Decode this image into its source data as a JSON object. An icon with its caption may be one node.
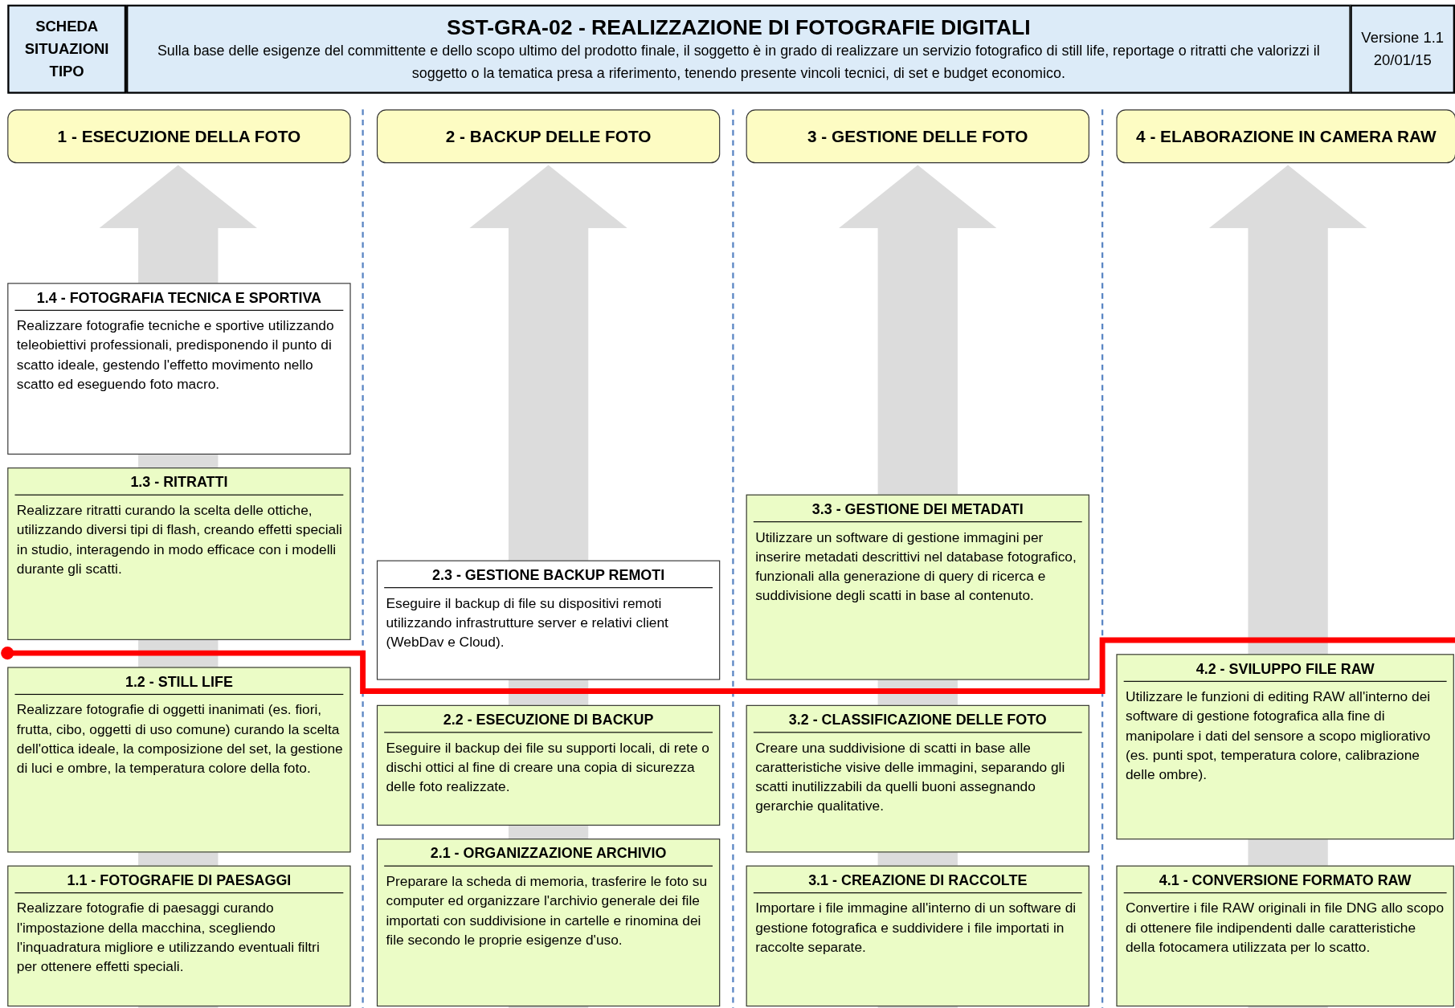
{
  "diagram": {
    "nodes": [
      {
        "text": [
          "SCHEDA SITUAZIONI TIPO"
        ]
      },
      {
        "text": [
          "SST-GRA-02 - REALIZZAZIONE DI FOTOGRAFIE DIGITALI",
          "Sulla base delle esigenze del committente e dello scopo ultimo del prodotto finale, il soggetto è in grado di realizzare un servizio fotografico di still life, reportage o ritratti che valorizzi il soggetto o la tematica presa a riferimento, tenendo presente vincoli tecnici, di set e budget economico."
        ]
      },
      {
        "text": [
          "Versione 1.1 20/01/15"
        ]
      },
      {
        "text": [
          "1 - ESECUZIONE DELLA FOTO"
        ]
      },
      {
        "text": [
          "2 - BACKUP DELLE FOTO"
        ]
      },
      {
        "text": [
          "3 - GESTIONE DELLE FOTO"
        ]
      },
      {
        "text": [
          "4 - ELABORAZIONE IN CAMERA RAW"
        ]
      },
      {
        "text": [
          "1.4 - FOTOGRAFIA TECNICA E SPORTIVA",
          "Realizzare fotografie tecniche e sportive utilizzando teleobiettivi professionali, predisponendo il punto di scatto ideale, gestendo l'effetto movimento nello scatto ed eseguendo foto macro."
        ]
      },
      {
        "text": [
          "1.3 - RITRATTI",
          "Realizzare ritratti curando la scelta delle ottiche, utilizzando diversi tipi di flash, creando effetti speciali in studio, interagendo in modo efficace con i modelli durante gli scatti."
        ]
      },
      {
        "text": [
          "1.2 - STILL LIFE",
          "Realizzare fotografie di oggetti inanimati (es. fiori, frutta, cibo, oggetti di uso comune) curando la scelta dell'ottica ideale, la composizione del set, la gestione di luci e ombre, la temperatura colore della foto."
        ]
      },
      {
        "text": [
          "1.1 - FOTOGRAFIE DI PAESAGGI",
          "Realizzare fotografie di paesaggi curando l'impostazione della macchina, scegliendo l'inquadratura migliore e utilizzando eventuali filtri per ottenere effetti speciali."
        ]
      },
      {
        "text": [
          "2.3 - GESTIONE BACKUP REMOTI",
          "Eseguire il backup di file su dispositivi remoti utilizzando infrastrutture server e relativi client (WebDav e Cloud)."
        ]
      },
      {
        "text": [
          "2.2 - ESECUZIONE DI BACKUP",
          "Eseguire il backup dei file su supporti locali, di rete o dischi ottici al fine di creare una copia di sicurezza delle foto realizzate."
        ]
      },
      {
        "text": [
          "2.1 - ORGANIZZAZIONE ARCHIVIO",
          "Preparare la scheda di memoria, trasferire le foto su computer ed organizzare l'archivio generale dei file importati con suddivisione in cartelle e rinomina dei file secondo le proprie esigenze d'uso."
        ]
      },
      {
        "text": [
          "3.3 - GESTIONE DEI METADATI",
          "Utilizzare un software di gestione immagini per inserire metadati descrittivi nel database fotografico, funzionali alla generazione di query di ricerca e suddivisione degli scatti in base al contenuto."
        ]
      },
      {
        "text": [
          "3.2 - CLASSIFICAZIONE DELLE FOTO",
          "Creare una suddivisione di scatti in base alle caratteristiche visive delle immagini, separando gli scatti inutilizzabili da quelli buoni assegnando gerarchie qualitative."
        ]
      },
      {
        "text": [
          "3.1 - CREAZIONE DI RACCOLTE",
          "Importare i file immagine all'interno di un software di gestione fotografica e suddividere i file importati in raccolte separate."
        ]
      },
      {
        "text": [
          "4.2 - SVILUPPO FILE RAW",
          "Utilizzare le funzioni di editing RAW all'interno dei software di gestione fotografica alla fine di manipolare i dati del sensore a scopo migliorativo (es. punti spot, temperatura colore, calibrazione delle ombre)."
        ]
      },
      {
        "text": [
          "4.1 - CONVERSIONE FORMATO RAW",
          "Convertire i file RAW originali in file DNG allo scopo di ottenere file indipendenti dalle caratteristiche della fotocamera utilizzata per lo scatto."
        ]
      }
    ]
  }
}
